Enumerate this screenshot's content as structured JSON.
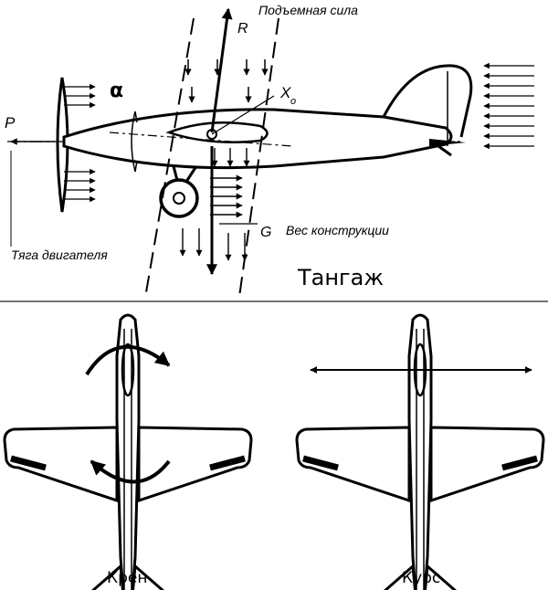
{
  "diagram": {
    "side_view": {
      "lift_label": "Подъемная сила",
      "lift_symbol": "R",
      "center_symbol": "X",
      "center_subscript": "o",
      "thrust_symbol": "P",
      "thrust_label": "Тяга двигателя",
      "weight_symbol": "G",
      "weight_label": "Вес конструкции",
      "angle_symbol": "α",
      "title": "Тангаж"
    },
    "roll_view": {
      "caption": "Крен"
    },
    "yaw_view": {
      "caption": "Курс"
    }
  }
}
